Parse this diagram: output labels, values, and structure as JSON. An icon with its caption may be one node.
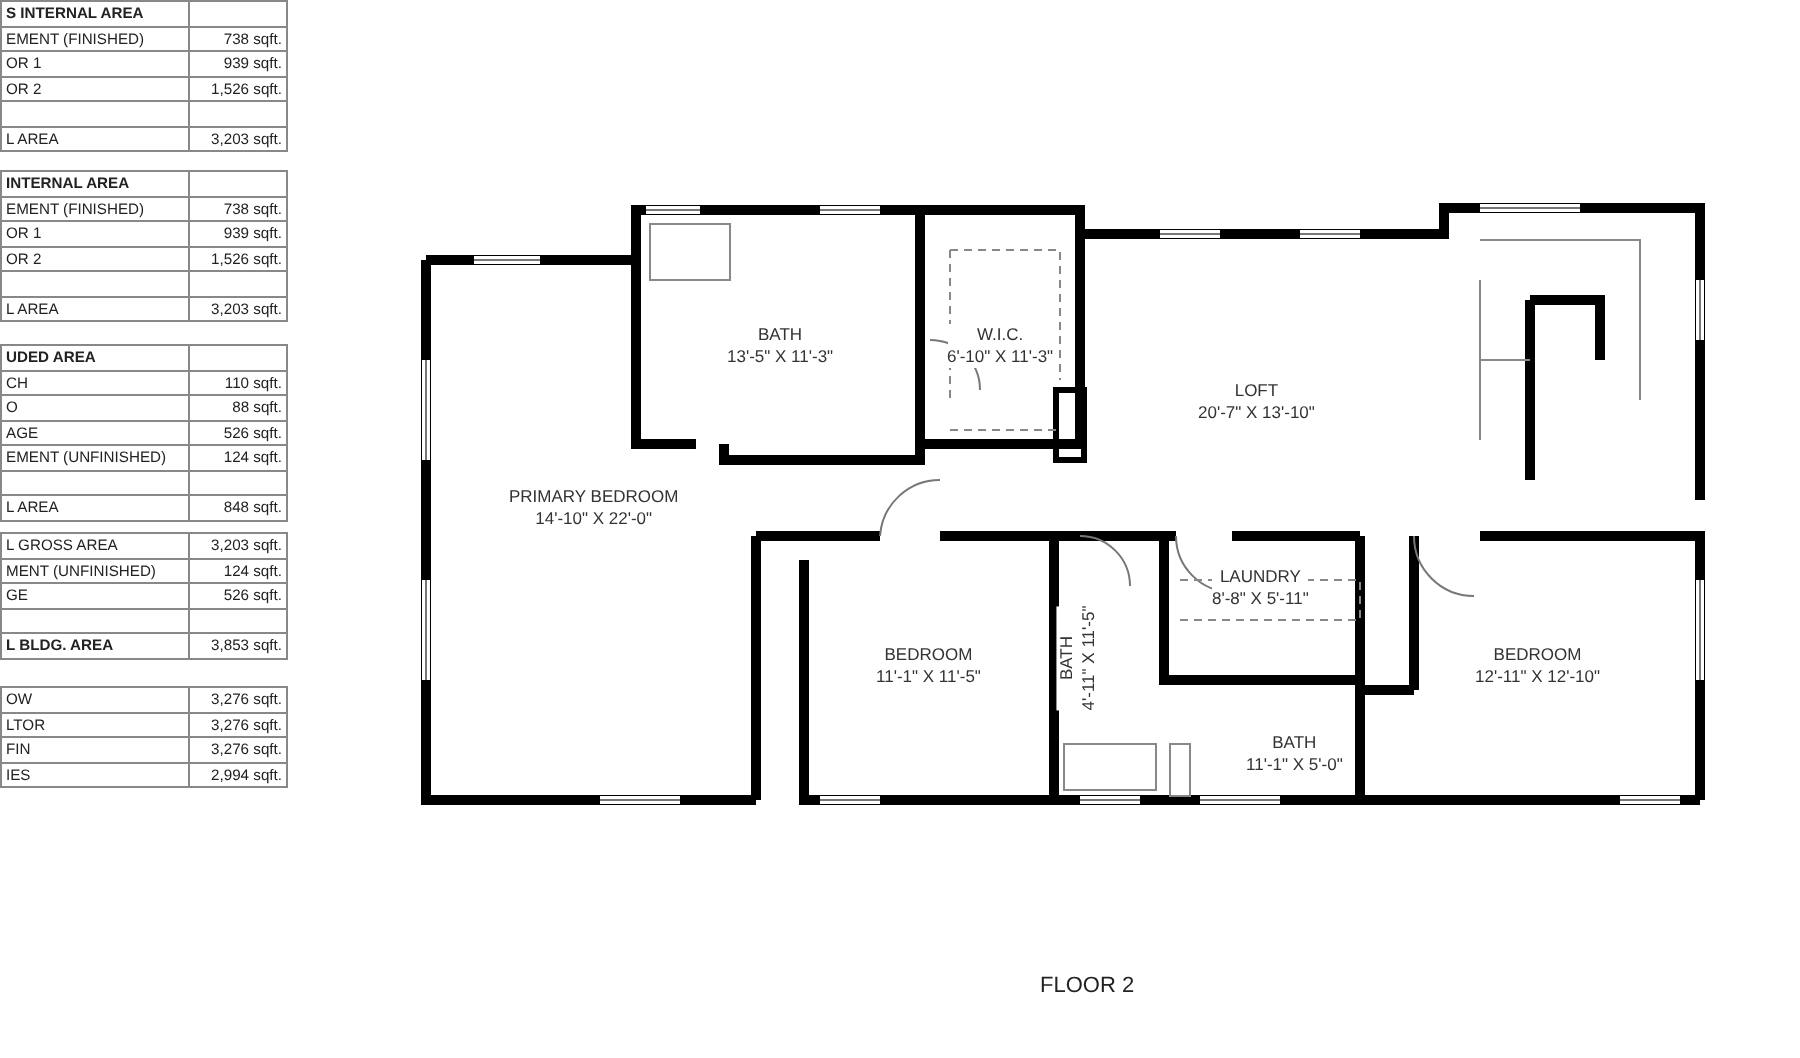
{
  "diagram": {
    "caption": "FLOOR 2",
    "nodes": [
      {
        "text": [
          "BATH",
          "13'-5\" X 11'-3\""
        ]
      },
      {
        "text": [
          "W.I.C.",
          "6'-10\" X 11'-3\""
        ]
      },
      {
        "text": [
          "LOFT",
          "20'-7\" X 13'-10\""
        ]
      },
      {
        "text": [
          "PRIMARY BEDROOM",
          "14'-10\" X 22'-0\""
        ]
      },
      {
        "text": [
          "LAUNDRY",
          "8'-8\" X 5'-11\""
        ]
      },
      {
        "text": [
          "BEDROOM",
          "11'-1\" X 11'-5\""
        ]
      },
      {
        "text": [
          "BATH",
          "4'-11\" X 11'-5\""
        ]
      },
      {
        "text": [
          "BEDROOM",
          "12'-11\" X 12'-10\""
        ]
      },
      {
        "text": [
          "BATH",
          "11'-1\" X 5'-0\""
        ]
      }
    ],
    "labels": [
      "S INTERNAL AREA",
      "EMENT (FINISHED)",
      "738 sqft.",
      "OR 1",
      "939 sqft.",
      "OR 2",
      "1,526 sqft.",
      "L AREA",
      "3,203 sqft.",
      "INTERNAL AREA",
      "EMENT (FINISHED)",
      "738 sqft.",
      "OR 1",
      "939 sqft.",
      "OR 2",
      "1,526 sqft.",
      "L AREA",
      "3,203 sqft.",
      "UDED AREA",
      "CH",
      "110 sqft.",
      "O",
      "88 sqft.",
      "AGE",
      "526 sqft.",
      "EMENT (UNFINISHED)",
      "124 sqft.",
      "L AREA",
      "848 sqft.",
      "L GROSS AREA",
      "3,203 sqft.",
      "MENT (UNFINISHED)",
      "124 sqft.",
      "GE",
      "526 sqft.",
      "L BLDG. AREA",
      "3,853 sqft.",
      "OW",
      "3,276 sqft.",
      "LTOR",
      "3,276 sqft.",
      "FIN",
      "3,276 sqft.",
      "IES",
      "2,994 sqft."
    ]
  }
}
